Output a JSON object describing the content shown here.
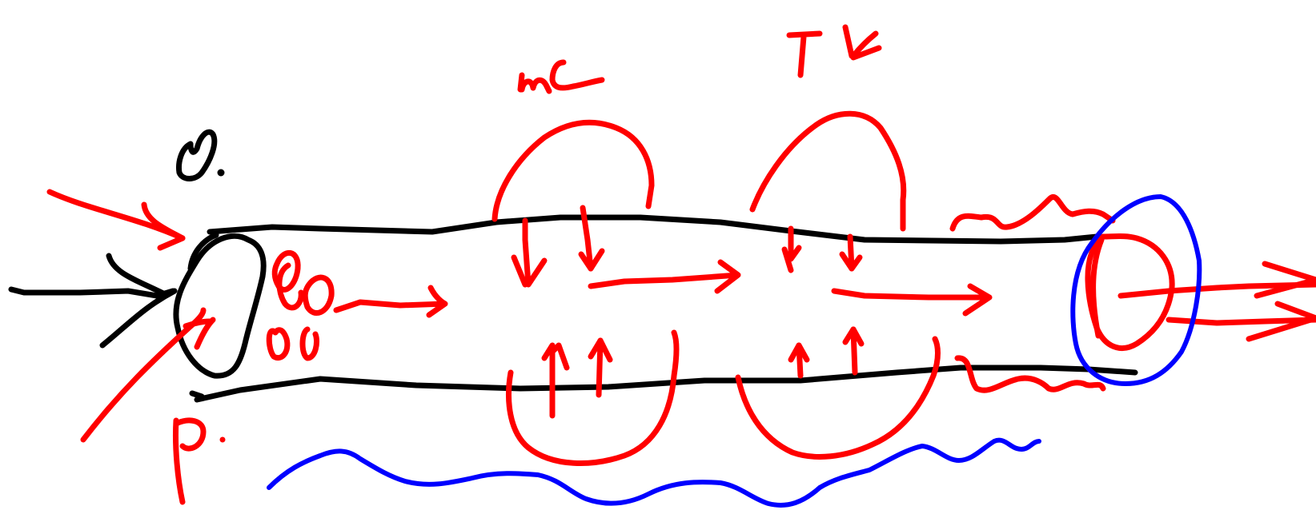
{
  "labels": {
    "top_left": "O.",
    "bottom_left": "P.",
    "label_mc": "mc",
    "label_tk": "TK"
  },
  "colors": {
    "tube": "#000000",
    "flow": "#ff0000",
    "highlight": "#0000ff",
    "background": "#ffffff"
  }
}
